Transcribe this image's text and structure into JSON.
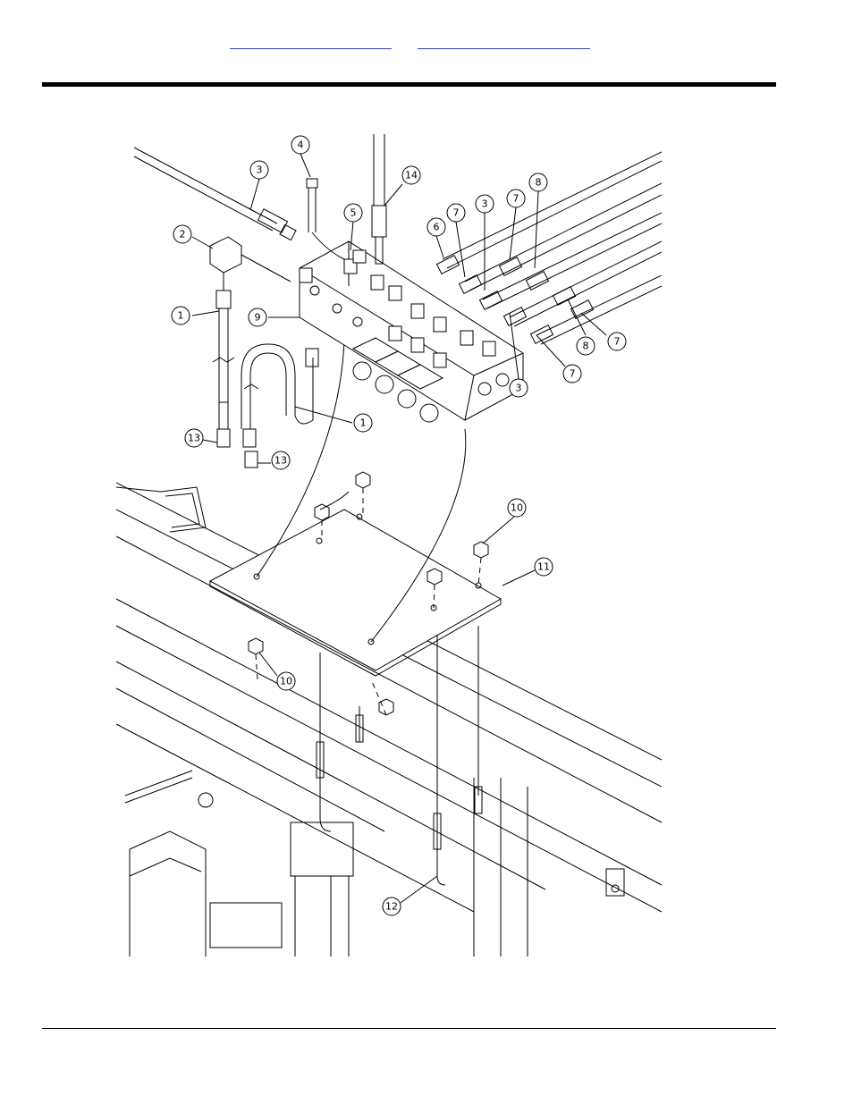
{
  "header": {
    "links": [
      {
        "label": ""
      },
      {
        "label": ""
      }
    ]
  },
  "callouts": [
    {
      "label": "1"
    },
    {
      "label": "2"
    },
    {
      "label": "3"
    },
    {
      "label": "4"
    },
    {
      "label": "5"
    },
    {
      "label": "14"
    },
    {
      "label": "6"
    },
    {
      "label": "7"
    },
    {
      "label": "3"
    },
    {
      "label": "7"
    },
    {
      "label": "8"
    },
    {
      "label": "9"
    },
    {
      "label": "1"
    },
    {
      "label": "8"
    },
    {
      "label": "7"
    },
    {
      "label": "3"
    },
    {
      "label": "7"
    },
    {
      "label": "13"
    },
    {
      "label": "13"
    },
    {
      "label": "10"
    },
    {
      "label": "11"
    },
    {
      "label": "10"
    },
    {
      "label": "12"
    }
  ],
  "colors": {
    "rule": "#000000",
    "link": "#1a3cff",
    "line": "#000000"
  }
}
